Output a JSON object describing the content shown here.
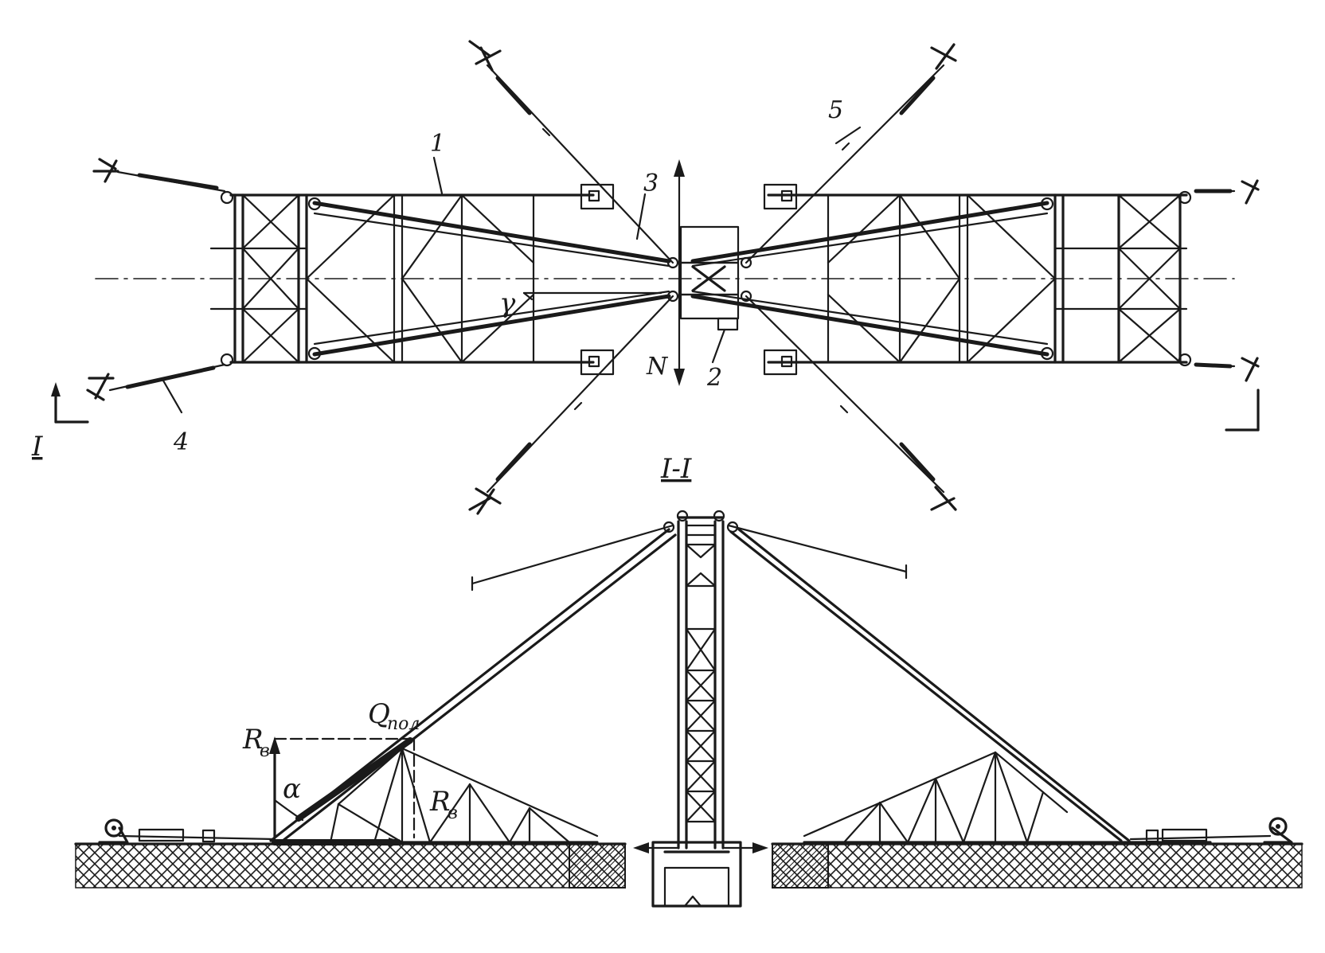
{
  "labels": {
    "part_1": "1",
    "part_2": "2",
    "part_3": "3",
    "part_4": "4",
    "part_5": "5",
    "gamma": "γ",
    "north": "N",
    "section_marker_left": "I",
    "section_title": "I-I",
    "force_q": "Q",
    "force_q_sub": "пол",
    "reaction_r": "R",
    "reaction_r_sub": "в",
    "angle_alpha": "α"
  },
  "icons": [
    "arrow-up-icon",
    "arrow-down-icon",
    "anchor-icon",
    "turnbuckle-icon",
    "pulley-icon",
    "double-arrow-icon"
  ],
  "colors": {
    "ink": "#1a1a1a",
    "paper": "#ffffff"
  }
}
